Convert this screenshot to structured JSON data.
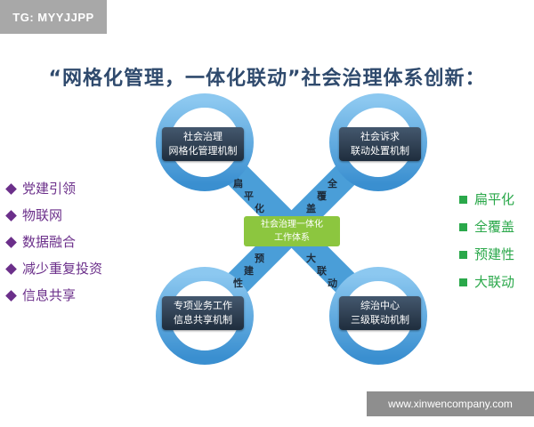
{
  "watermarks": {
    "top_left": "TG: MYYJJPP",
    "bottom_right": "www.xinwencompany.com"
  },
  "title": "“网格化管理，一体化联动”社会治理体系创新：",
  "left_list": [
    "党建引领",
    "物联网",
    "数据融合",
    "减少重复投资",
    "信息共享"
  ],
  "right_list": [
    "扁平化",
    "全覆盖",
    "预建性",
    "大联动"
  ],
  "center": {
    "line1": "社会治理一体化",
    "line2": "工作体系"
  },
  "corners": {
    "top_left": {
      "line1": "社会治理",
      "line2": "网格化管理机制"
    },
    "top_right": {
      "line1": "社会诉求",
      "line2": "联动处置机制"
    },
    "bottom_left": {
      "line1": "专项业务工作",
      "line2": "信息共享机制"
    },
    "bottom_right": {
      "line1": "综治中心",
      "line2": "三级联动机制"
    }
  },
  "arms": {
    "top_left": [
      "扁",
      "平",
      "化"
    ],
    "top_right": [
      "全",
      "覆",
      "盖"
    ],
    "bottom_left": [
      "预",
      "建",
      "性"
    ],
    "bottom_right": [
      "大",
      "联",
      "动"
    ]
  },
  "colors": {
    "purple": "#6b2f8a",
    "green": "#2aa84a",
    "blue_ring": "#4a9ed8",
    "title": "#2f4a6d"
  }
}
